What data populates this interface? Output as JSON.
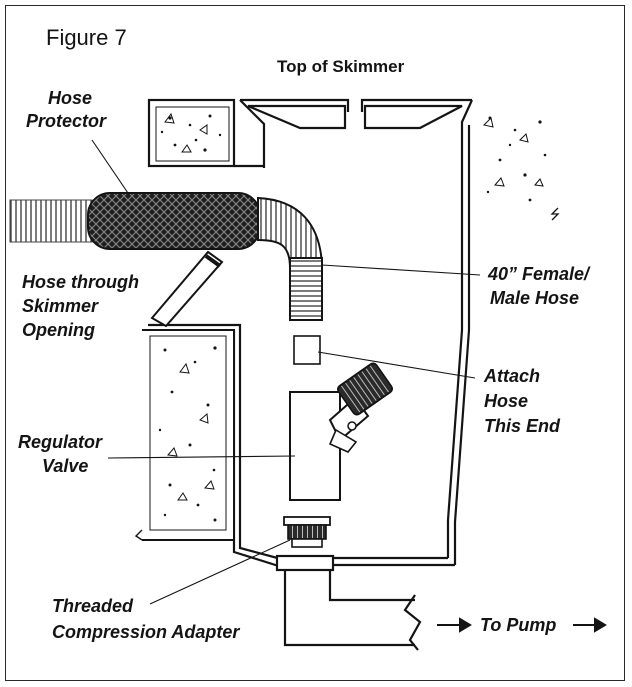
{
  "figure_label": "Figure 7",
  "title": "Top of Skimmer",
  "labels": {
    "hose_protector": [
      "Hose",
      "Protector"
    ],
    "hose_through": [
      "Hose through",
      "Skimmer",
      "Opening"
    ],
    "female_male_hose": [
      "40” Female/",
      "Male Hose"
    ],
    "attach_hose": [
      "Attach",
      "Hose",
      "This End"
    ],
    "regulator_valve": [
      "Regulator",
      "Valve"
    ],
    "threaded_adapter": [
      "Threaded",
      "Compression Adapter"
    ],
    "to_pump": "To Pump"
  },
  "colors": {
    "ink": "#141414",
    "frame": "#2a2a2a",
    "hose_dark": "#1e1e1e"
  }
}
